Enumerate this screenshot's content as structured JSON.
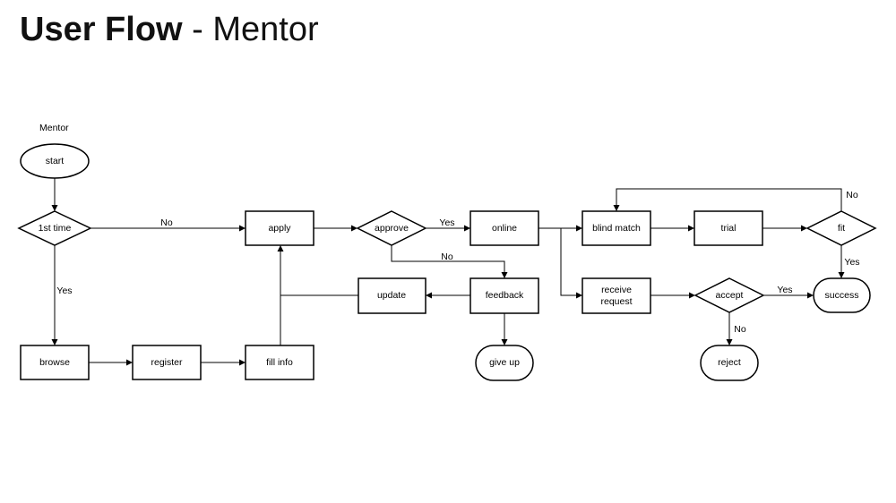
{
  "title": {
    "bold": "User Flow",
    "rest": " - Mentor"
  },
  "lane_label": "Mentor",
  "nodes": {
    "start": "start",
    "first_time": "1st time",
    "browse": "browse",
    "register": "register",
    "fill_info": "fill info",
    "apply": "apply",
    "approve": "approve",
    "online": "online",
    "feedback": "feedback",
    "update": "update",
    "give_up": "give up",
    "blind_match": "blind match",
    "trial": "trial",
    "fit": "fit",
    "receive_request_1": "receive",
    "receive_request_2": "request",
    "accept": "accept",
    "success": "success",
    "reject": "reject"
  },
  "edges": {
    "first_time_no": "No",
    "first_time_yes": "Yes",
    "approve_yes": "Yes",
    "approve_no": "No",
    "fit_no": "No",
    "fit_yes": "Yes",
    "accept_yes": "Yes",
    "accept_no": "No"
  }
}
